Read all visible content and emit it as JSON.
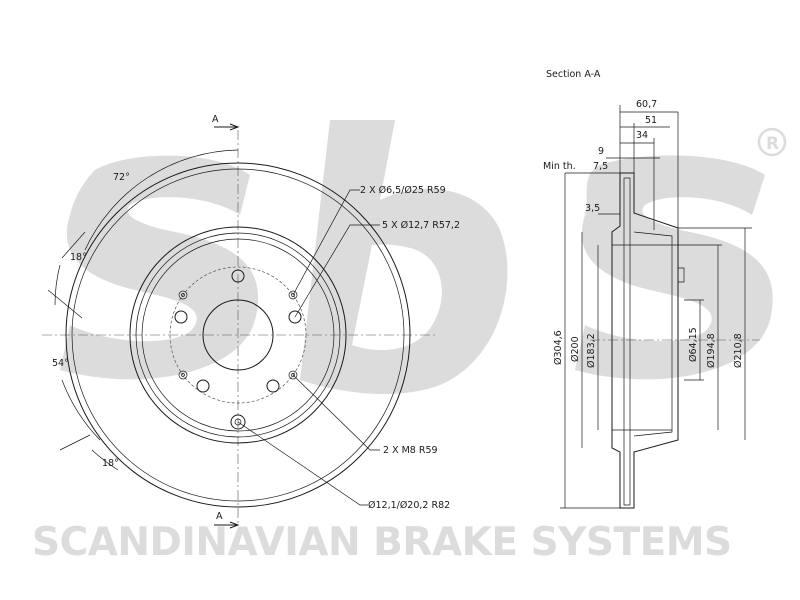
{
  "brand": {
    "logo_text": "sbs",
    "registered_mark": "R",
    "company_name": "SCANDINAVIAN BRAKE SYSTEMS",
    "watermark_color": "#dcdcdc"
  },
  "front_view": {
    "section_marker_top": "A",
    "section_marker_bottom": "A",
    "angle_top": "72°",
    "angle_upper_left": "18°",
    "angle_left": "54°",
    "angle_lower_left": "18°",
    "callout_holes_small": "2 X Ø6,5/Ø25  R59",
    "callout_bolt_holes": "5 X Ø12,7  R57,2",
    "callout_threaded": "2 X M8  R59",
    "callout_lower_hole": "Ø12,1/Ø20,2  R82"
  },
  "section_view": {
    "title": "Section A-A",
    "dim_60_7": "60,7",
    "dim_51": "51",
    "dim_34": "34",
    "dim_9": "9",
    "min_th_label": "Min th.",
    "min_th_value": "7,5",
    "dim_3_5": "3,5",
    "dia_304_6": "Ø304,6",
    "dia_200": "Ø200",
    "dia_183_2": "Ø183,2",
    "dia_64_15": "Ø64,15",
    "dia_194_8": "Ø194,8",
    "dia_210_8": "Ø210,8"
  }
}
